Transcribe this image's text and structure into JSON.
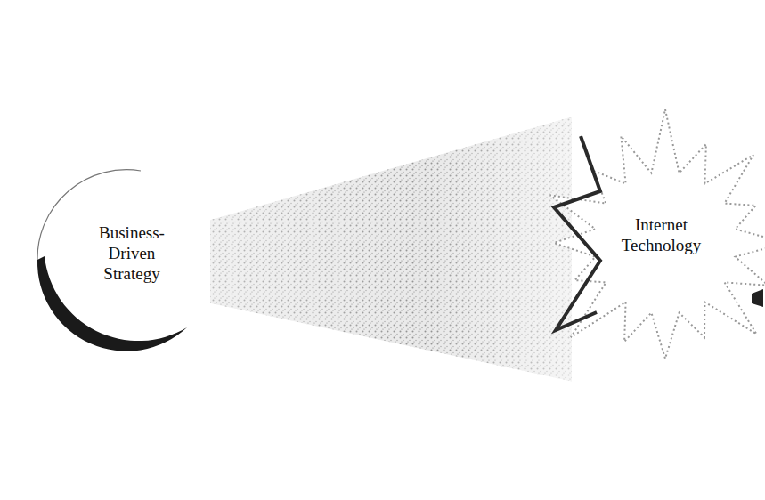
{
  "diagram": {
    "nodes": [
      {
        "text": [
          "Business-Driven Strategy"
        ]
      },
      {
        "text": [
          "Internet Technology"
        ]
      }
    ],
    "edges": [
      {
        "from": 0,
        "to": 1,
        "arrow": "none"
      }
    ]
  }
}
